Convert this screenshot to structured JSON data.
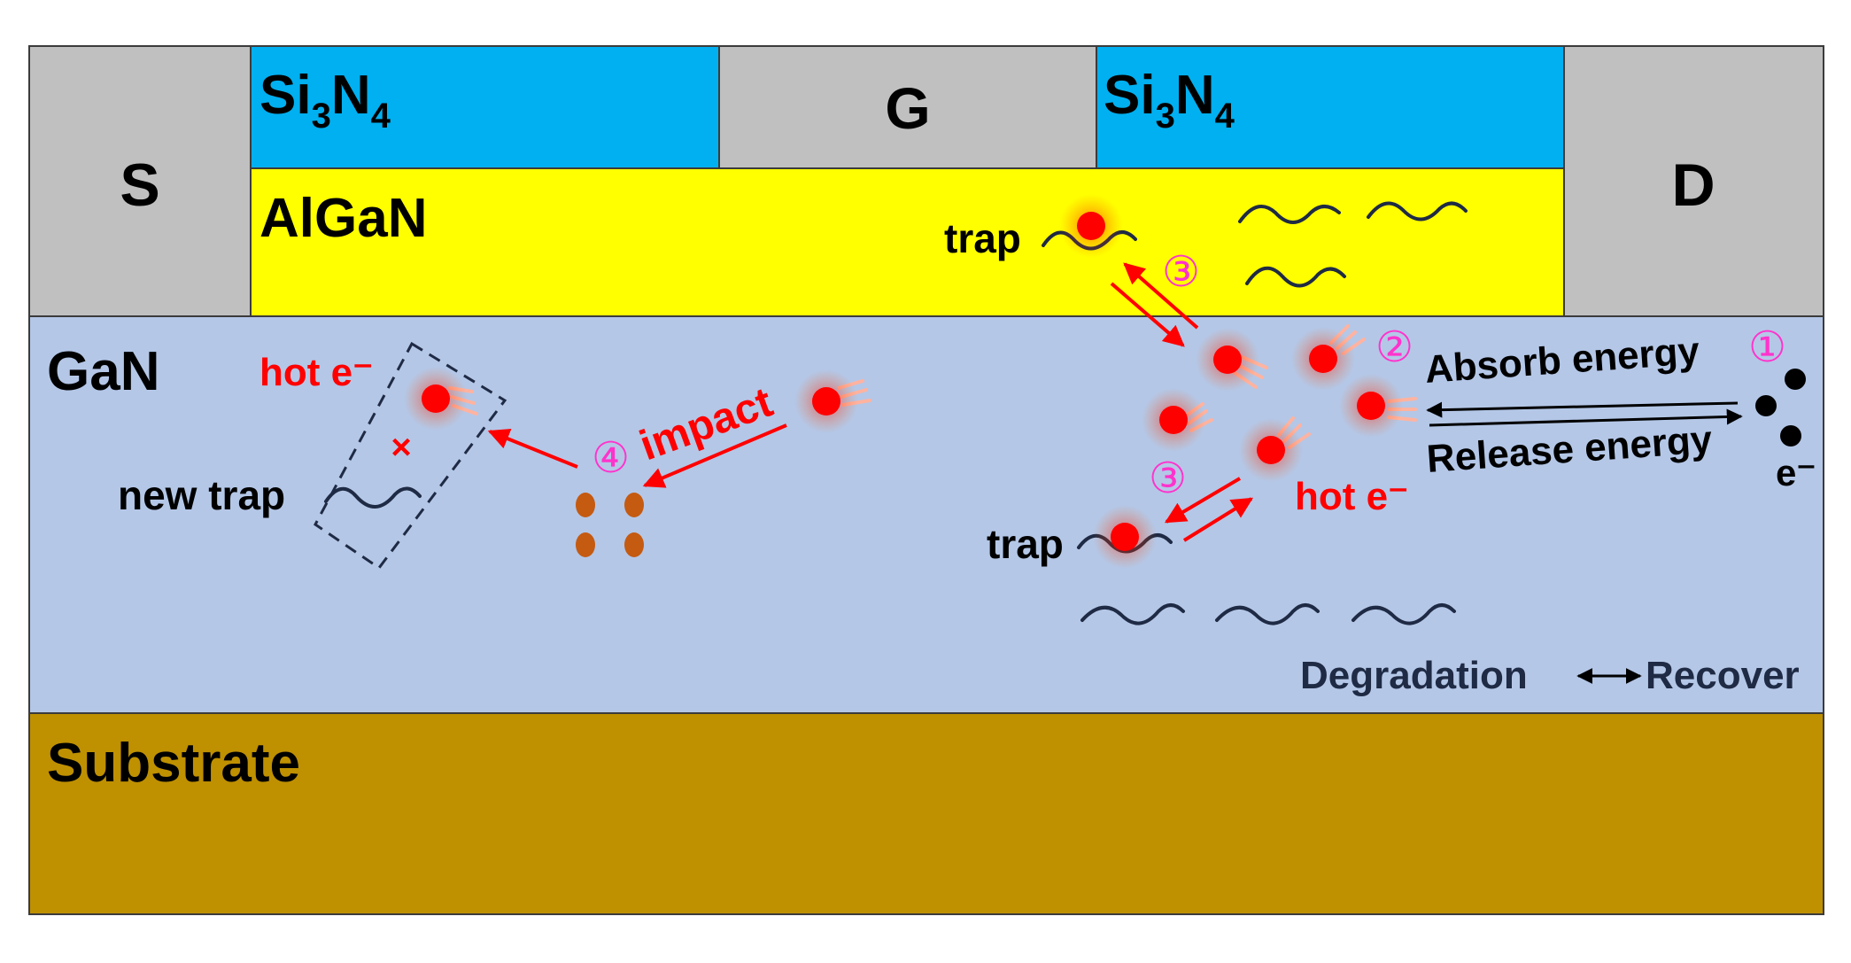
{
  "layers": {
    "source": "S",
    "drain": "D",
    "gate": "G",
    "passivation_left": {
      "base": "Si",
      "sub1": "3",
      "mid": "N",
      "sub2": "4"
    },
    "passivation_right": {
      "base": "Si",
      "sub1": "3",
      "mid": "N",
      "sub2": "4"
    },
    "barrier": "AlGaN",
    "channel": "GaN",
    "substrate": "Substrate"
  },
  "labels": {
    "trap_top": "trap",
    "trap_bottom": "trap",
    "new_trap": "new trap",
    "hot_e_left": "hot e⁻",
    "hot_e_right": "hot e⁻",
    "impact": "impact",
    "absorb": "Absorb energy",
    "release": "Release energy",
    "electron": "e⁻",
    "cross": "×",
    "degradation": "Degradation",
    "recover": "Recover"
  },
  "steps": {
    "s1": "①",
    "s2": "②",
    "s3a": "③",
    "s3b": "③",
    "s4": "④"
  },
  "colors": {
    "contact": "#c0c0c0",
    "si3n4": "#00b0f0",
    "algan": "#ffff00",
    "gan": "#b4c7e7",
    "substrate": "#bf9000",
    "hot_electron": "#ff0000",
    "step_number": "#ff33cc",
    "arrow": "#ff0000",
    "atom": "#c55a11",
    "trap_wave": "#1f2a44"
  }
}
